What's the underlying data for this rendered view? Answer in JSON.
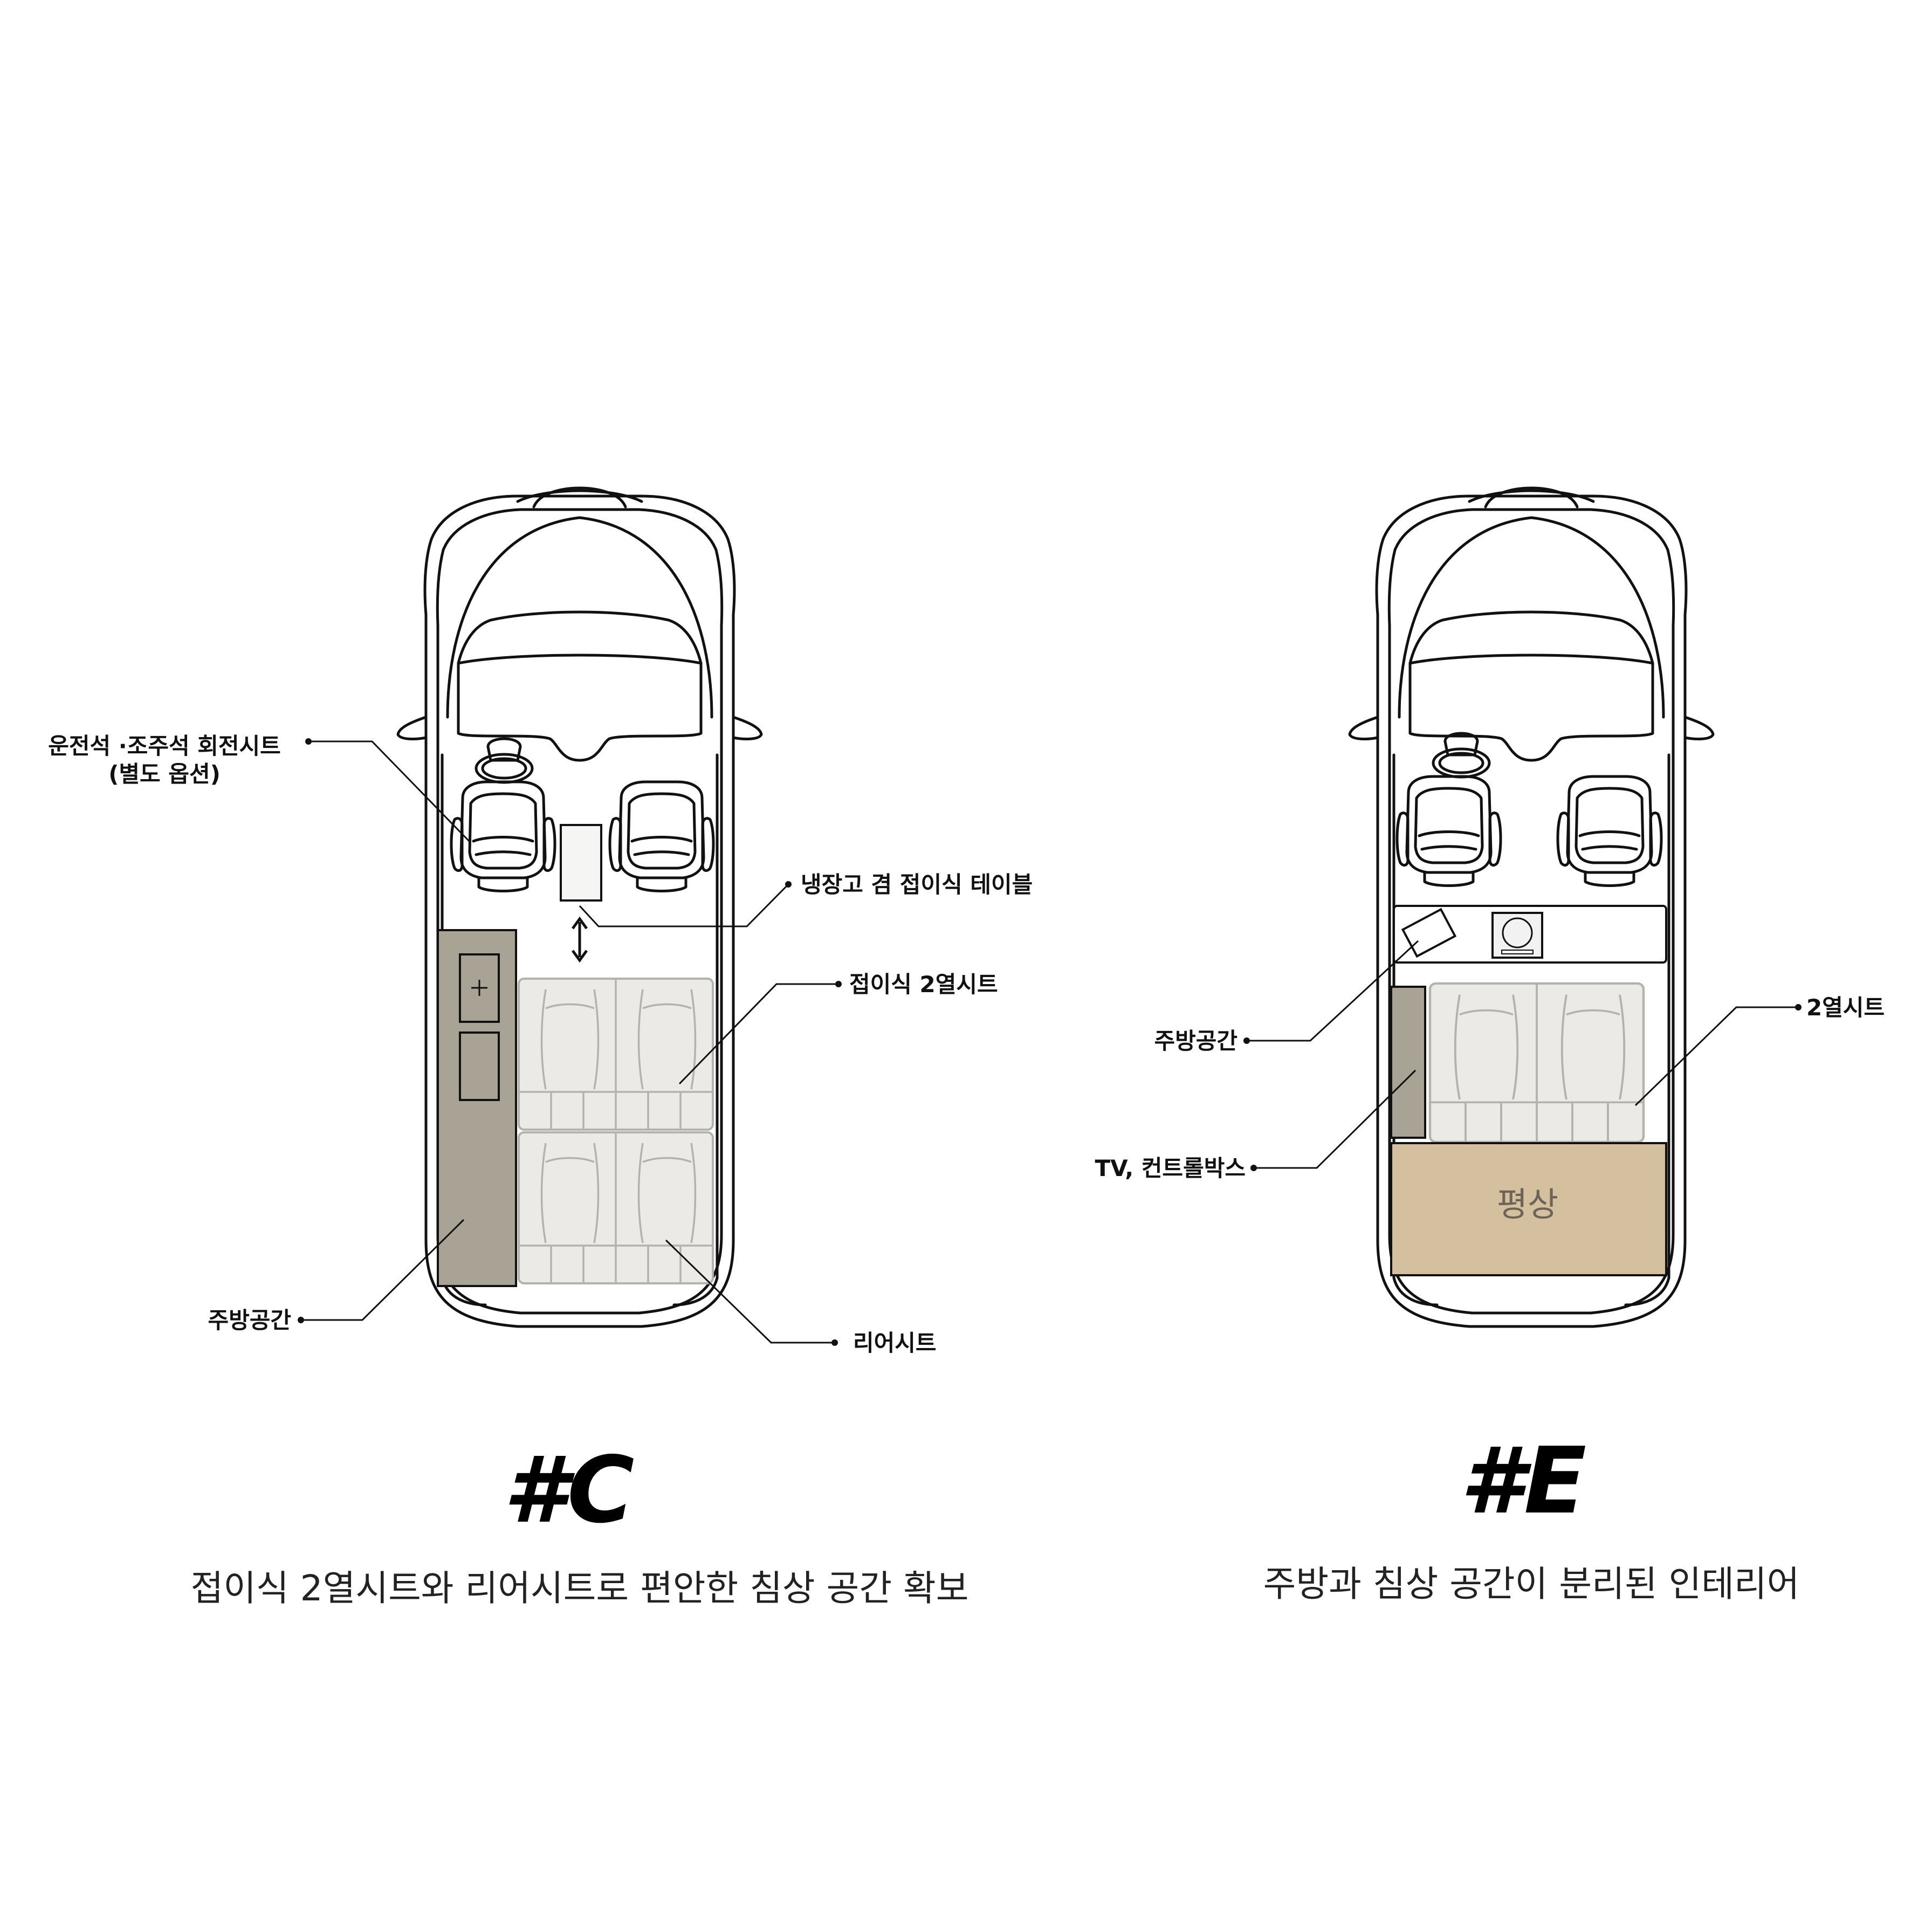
{
  "colors": {
    "kitchen_fill": "#a8a394",
    "bed_fill": "#d4bf9f",
    "seat_fill": "#ebeae6",
    "line": "#111111"
  },
  "layouts": [
    {
      "code": "#C",
      "caption": "접이식 2열시트와 리어시트로 편안한 침상 공간 확보",
      "labels": {
        "swivel_seats_line1": "운전석 ·조주석 회전시트",
        "swivel_seats_line2": "(별도 옵션)",
        "fridge_table": "냉장고 겸 접이식 테이블",
        "folding_second_row": "접이식 2열시트",
        "kitchen": "주방공간",
        "rear_seat": "리어시트"
      }
    },
    {
      "code": "#E",
      "caption": "주방과 침상 공간이 분리된 인테리어",
      "labels": {
        "kitchen": "주방공간",
        "tv_control_box": "TV, 컨트롤박스",
        "second_row": "2열시트",
        "bed": "평상"
      }
    }
  ]
}
